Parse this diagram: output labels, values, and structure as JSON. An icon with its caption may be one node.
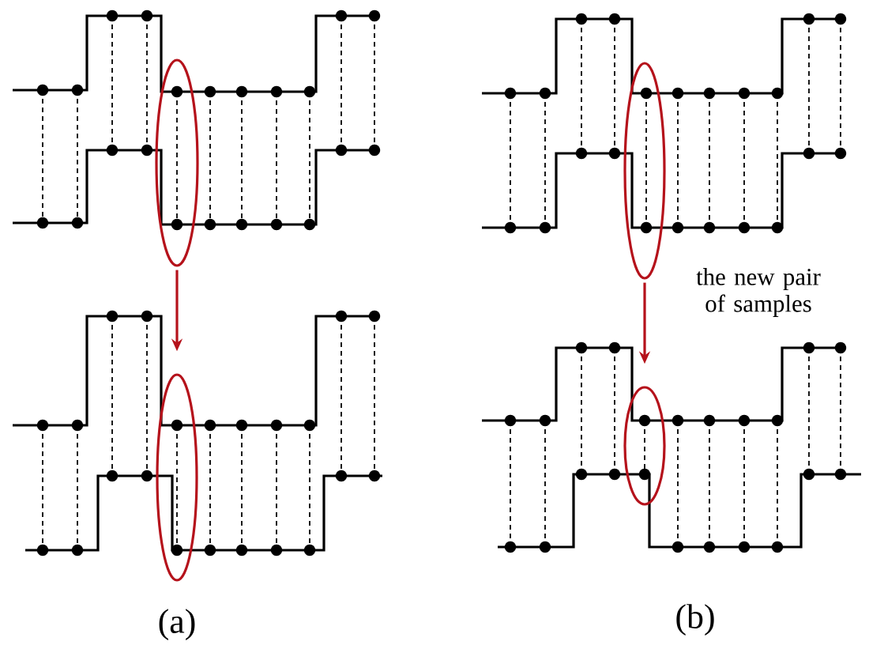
{
  "diagram": {
    "nodes": [
      {
        "text": [],
        "shape": "ellipse"
      },
      {
        "text": [],
        "shape": "ellipse"
      },
      {
        "text": [],
        "shape": "ellipse"
      },
      {
        "text": [],
        "shape": "ellipse"
      }
    ],
    "edges": [
      {
        "from": 0,
        "to": 1,
        "arrow": "to"
      },
      {
        "from": 2,
        "to": 3,
        "arrow": "to"
      }
    ],
    "labels": [
      "the new pair of samples",
      "(a)",
      "(b)"
    ]
  }
}
